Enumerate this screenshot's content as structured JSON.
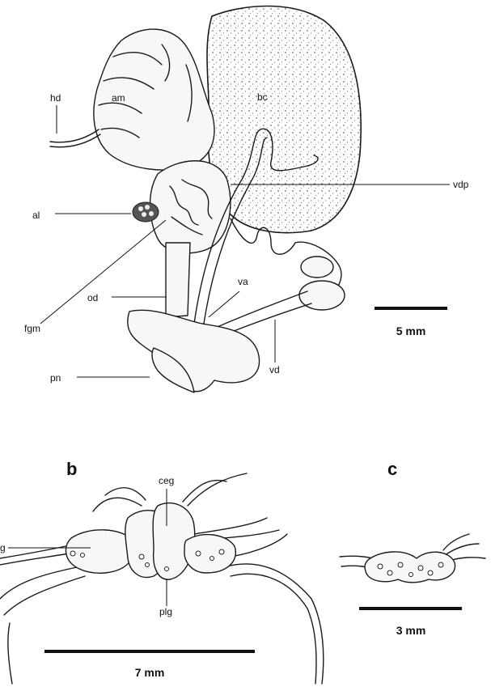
{
  "panels": {
    "b": "b",
    "c": "c"
  },
  "labels": {
    "hd": "hd",
    "am": "am",
    "bc": "bc",
    "vdp": "vdp",
    "al": "al",
    "fgm": "fgm",
    "od": "od",
    "va": "va",
    "vd": "vd",
    "pn": "pn",
    "ceg": "ceg",
    "g": "g",
    "plg": "plg"
  },
  "scale_bars": {
    "a": "5 mm",
    "b": "7 mm",
    "c": "3 mm"
  }
}
